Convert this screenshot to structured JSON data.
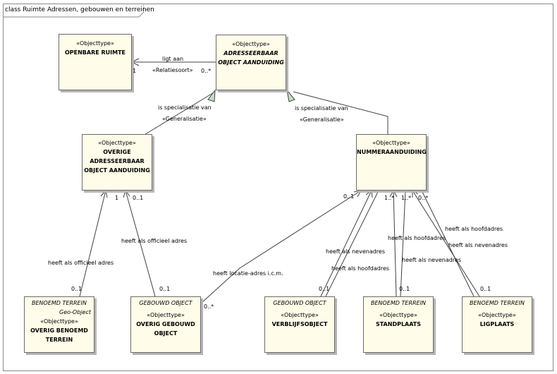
{
  "diagram": {
    "title": "class Ruimte Adressen, gebouwen en terreinen",
    "boxes": {
      "openbare_ruimte": {
        "stereotype": "«Objecttype»",
        "name": "OPENBARE RUIMTE"
      },
      "adresseerbaar": {
        "stereotype": "«Objecttype»",
        "name_lines": [
          "ADRESSEERBAAR",
          "OBJECT AANDUIDING"
        ]
      },
      "overige": {
        "stereotype": "«Objecttype»",
        "name_lines": [
          "OVERIGE",
          "ADRESSEERBAAR",
          "OBJECT AANDUIDING"
        ]
      },
      "nummeraanduiding": {
        "stereotype": "«Objecttype»",
        "name": "NUMMERAANDUIDING"
      },
      "overig_benoemd_terrein": {
        "parent": "BENOEMD TERREIN",
        "parent2": "Geo-Object",
        "stereotype": "«Objecttype»",
        "name_lines": [
          "OVERIG BENOEMD",
          "TERREIN"
        ]
      },
      "overig_gebouwd_object": {
        "parent": "GEBOUWD OBJECT",
        "stereotype": "«Objecttype»",
        "name_lines": [
          "OVERIG GEBOUWD",
          "OBJECT"
        ]
      },
      "verblijfsobject": {
        "parent": "GEBOUWD OBJECT",
        "stereotype": "«Objecttype»",
        "name": "VERBLIJFSOBJECT"
      },
      "standplaats": {
        "parent": "BENOEMD TERREIN",
        "stereotype": "«Objecttype»",
        "name": "STANDPLAATS"
      },
      "ligplaats": {
        "parent": "BENOEMD TERREIN",
        "stereotype": "«Objecttype»",
        "name": "LIGPLAATS"
      }
    },
    "labels": {
      "ligt_aan": "ligt aan",
      "relatiesoort": "«Relatiesoort»",
      "mult_1_openbare": "1",
      "mult_0n_adresseerbaar": "0..*",
      "spec_left": "is specialisatie van",
      "gen_left": "«Generalisatie»",
      "spec_right": "is specialisatie van",
      "gen_right": "«Generalisatie»",
      "mult_1_overige": "1",
      "mult_01_overige": "0..1",
      "heeft_officieel_adres_1": "heeft als officieel adres",
      "heeft_officieel_adres_2": "heeft als officieel adres",
      "mult_01_obt": "0..1",
      "mult_01_ogo": "0..1",
      "heeft_locatie_adres": "heeft locatie-adres i.c.m.",
      "mult_0n_ogo": "0..*",
      "mult_01_num": "0..1",
      "mult_1n_num_a": "1..*",
      "mult_1n_num_b": "1..*",
      "mult_0n_num": "0..*",
      "heeft_nevenadres_vbo": "heeft als nevenadres",
      "heeft_hoofdadres_vbo": "heeft als hoofdadres",
      "heeft_hoofdadres_sta": "heeft als hoofdadres",
      "heeft_nevenadres_sta": "heeft als nevenadres",
      "heeft_hoofdadres_lig": "heeft als hoofdadres",
      "heeft_nevenadres_lig": "heeft als nevenadres",
      "mult_01_vbo": "0..1",
      "mult_01_sta": "0..1",
      "mult_01_lig": "0..1"
    }
  }
}
